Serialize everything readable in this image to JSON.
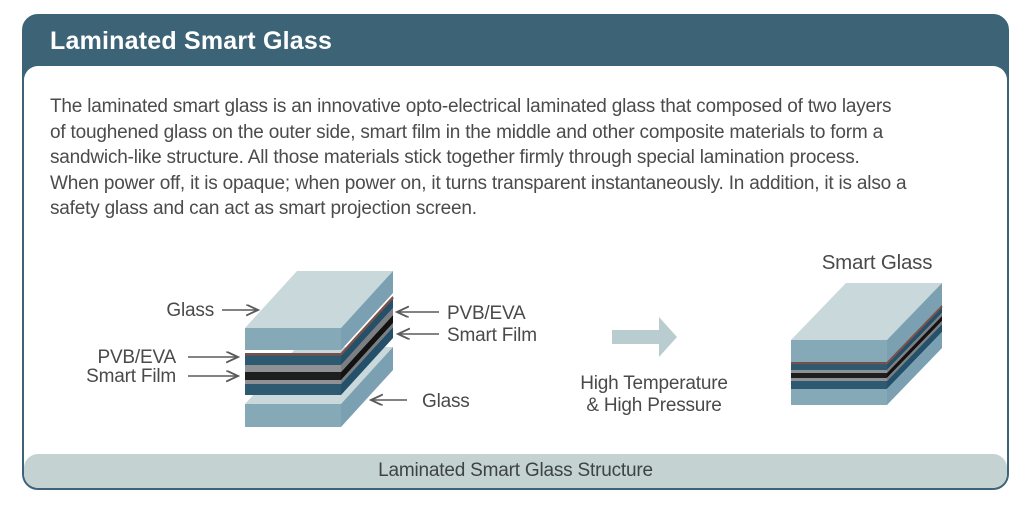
{
  "card": {
    "title": "Laminated Smart Glass",
    "description_lines": [
      "The laminated smart glass is an innovative opto-electrical laminated glass that composed of two layers",
      "of toughened glass on the outer side, smart film in the middle and other composite materials to form a",
      "sandwich-like structure. All those materials stick together firmly through special lamination process.",
      "When power off, it is opaque; when power on, it turns transparent instantaneously. In addition, it is also a",
      "safety glass and can act as smart projection screen."
    ],
    "caption": "Laminated Smart Glass Structure"
  },
  "diagram": {
    "exploded": {
      "label_glass_top": "Glass",
      "label_pvb_left": "PVB/EVA",
      "label_film_left": "Smart Film",
      "label_pvb_right": "PVB/EVA",
      "label_film_right": "Smart Film",
      "label_glass_bottom": "Glass"
    },
    "process": {
      "line1": "High Temperature",
      "line2": "& High Pressure"
    },
    "result": {
      "label": "Smart Glass"
    },
    "colors": {
      "glass_top": "#c9d8da",
      "glass_front": "#86a9b8",
      "glass_side": "#7aa0b2",
      "pvb_front": "#2d5a71",
      "pvb_side": "#24506a",
      "gray_front": "#909195",
      "gray_side": "#7d7e82",
      "black_front": "#1e1e1e",
      "black_side": "#121212",
      "red_line": "#7d5148",
      "process_arrow": "#b9cdd1"
    }
  },
  "theme": {
    "header_bg": "#3d6377",
    "footer_bg": "#c4d2d2",
    "body_text": "#4b4b4b"
  }
}
